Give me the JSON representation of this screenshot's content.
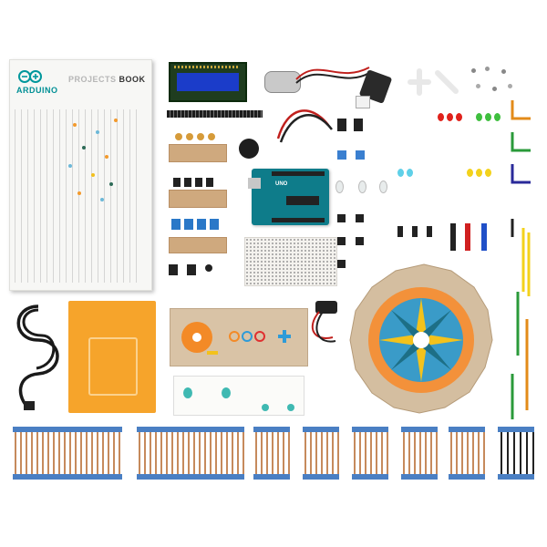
{
  "book": {
    "brand": "ARDUINO",
    "title_light": "PROJECTS",
    "title_bold": "BOOK"
  },
  "board": {
    "label": "UNO"
  },
  "colors": {
    "arduino_teal": "#00979c",
    "board_teal": "#0e7c8a",
    "cardboard": "#cfa97e",
    "orange_plate": "#f6a42b",
    "tape_blue": "#4a7fc3",
    "lcd_blue": "#1b3cc9"
  }
}
